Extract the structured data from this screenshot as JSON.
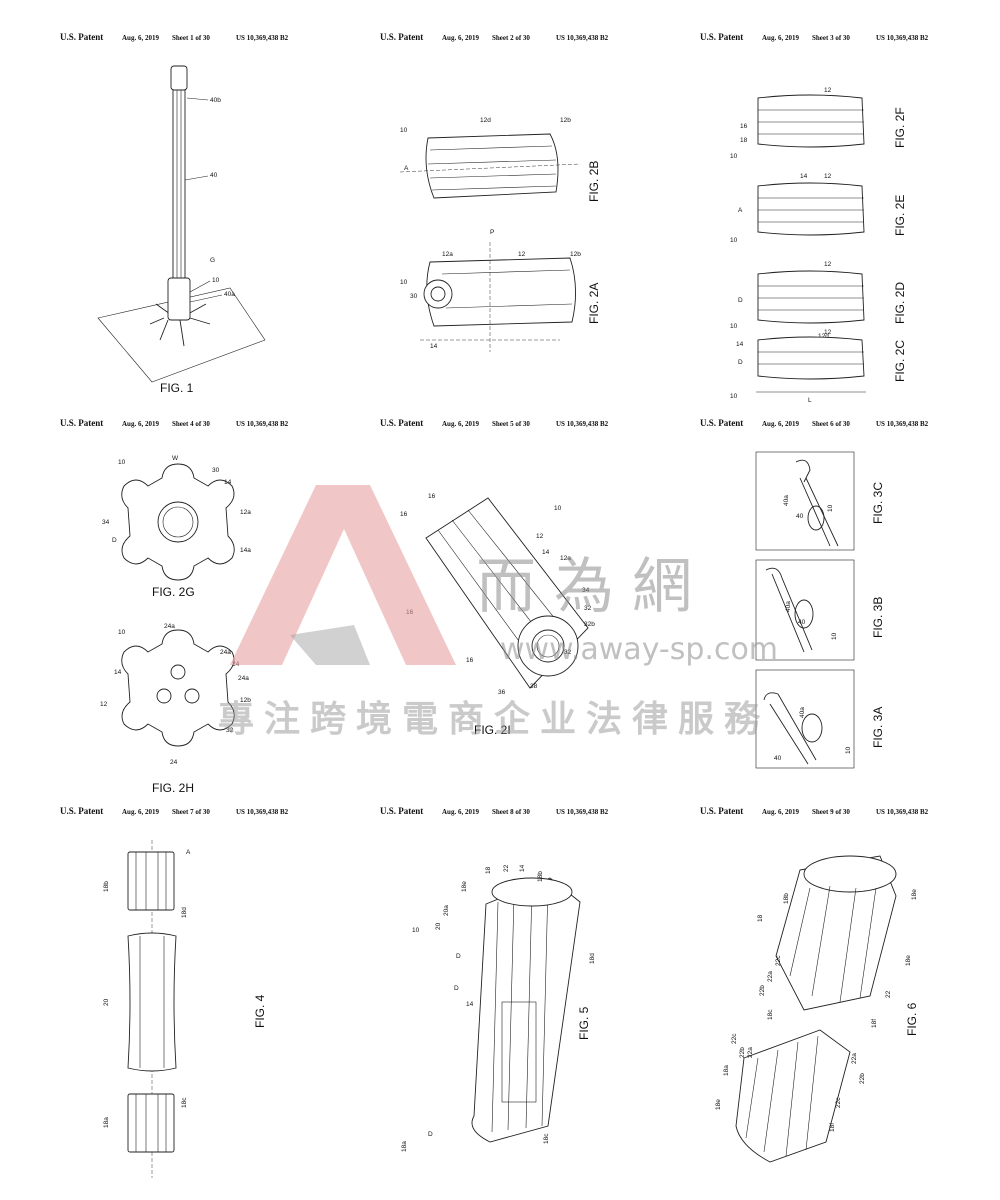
{
  "header": {
    "patent_label": "U.S. Patent",
    "date": "Aug. 6, 2019",
    "patent_number": "US 10,369,438 B2"
  },
  "sheets": [
    {
      "sheet_label": "Sheet 1 of 30",
      "figures": [
        "FIG. 1"
      ],
      "refs": [
        "40b",
        "40",
        "G",
        "10",
        "40a"
      ]
    },
    {
      "sheet_label": "Sheet 2 of 30",
      "figures": [
        "FIG. 2B",
        "FIG. 2A"
      ],
      "refs": [
        "10",
        "12d",
        "12b",
        "12",
        "14",
        "30",
        "12a",
        "A",
        "P"
      ]
    },
    {
      "sheet_label": "Sheet 3 of 30",
      "figures": [
        "FIG. 2F",
        "FIG. 2E",
        "FIG. 2D",
        "FIG. 2C"
      ],
      "refs": [
        "12",
        "16",
        "18",
        "10",
        "14",
        "A",
        "12d",
        "D",
        "L"
      ]
    },
    {
      "sheet_label": "Sheet 4 of 30",
      "figures": [
        "FIG. 2G",
        "FIG. 2H"
      ],
      "refs": [
        "10",
        "W",
        "30",
        "14",
        "12a",
        "34",
        "D",
        "14a",
        "24a",
        "24",
        "12",
        "12b",
        "32"
      ]
    },
    {
      "sheet_label": "Sheet 5 of 30",
      "figures": [
        "FIG. 2I"
      ],
      "refs": [
        "10",
        "16",
        "12",
        "14",
        "12a",
        "34",
        "32",
        "32b",
        "38",
        "36"
      ]
    },
    {
      "sheet_label": "Sheet 6 of 30",
      "figures": [
        "FIG. 3C",
        "FIG. 3B",
        "FIG. 3A"
      ],
      "refs": [
        "40a",
        "40",
        "10"
      ]
    },
    {
      "sheet_label": "Sheet 7 of 30",
      "figures": [
        "FIG. 4"
      ],
      "refs": [
        "18b",
        "18d",
        "A",
        "20",
        "18a",
        "18c"
      ]
    },
    {
      "sheet_label": "Sheet 8 of 30",
      "figures": [
        "FIG. 5"
      ],
      "refs": [
        "18e",
        "18",
        "22",
        "14",
        "18b",
        "20a",
        "20",
        "10",
        "D",
        "18d",
        "18a",
        "18c"
      ]
    },
    {
      "sheet_label": "Sheet 9 of 30",
      "figures": [
        "FIG. 6"
      ],
      "refs": [
        "18b",
        "18",
        "18e",
        "22c",
        "22a",
        "22b",
        "18c",
        "22",
        "18f",
        "18a"
      ]
    }
  ],
  "watermark": {
    "brand_cn": "而為網",
    "url": "www.away-sp.com",
    "slogan": "專注跨境電商企业法律服務",
    "logo_color": "#e8a0a0"
  }
}
